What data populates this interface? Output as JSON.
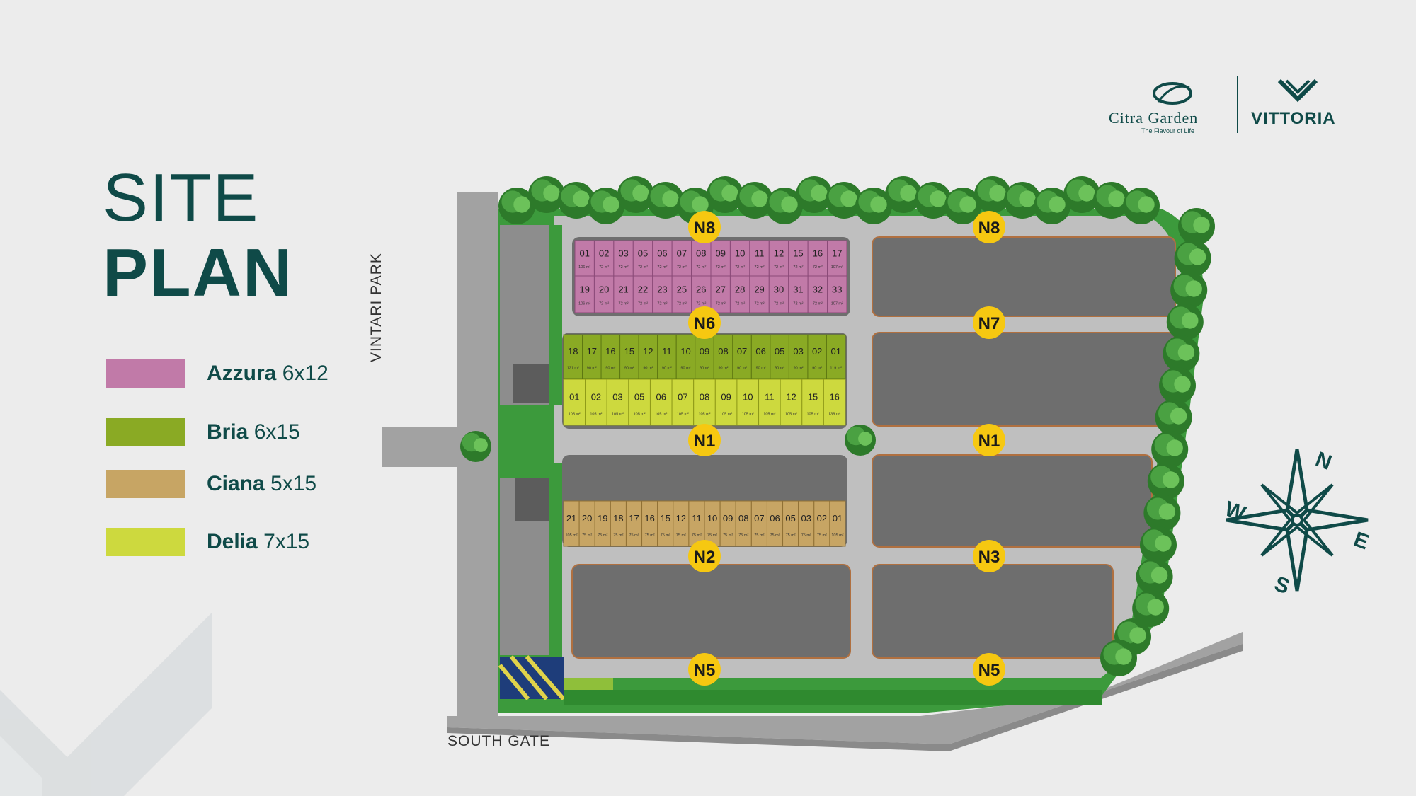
{
  "title": {
    "line1": "SITE",
    "line2": "PLAN"
  },
  "brand": {
    "citra_name": "Citra Garden",
    "citra_tagline": "The Flavour of Life",
    "vittoria_name": "VITTORIA"
  },
  "legend": [
    {
      "name": "Azzura",
      "size": "6x12",
      "color": "#c17aa8"
    },
    {
      "name": "Bria",
      "size": "6x15",
      "color": "#8aaa24"
    },
    {
      "name": "Ciana",
      "size": "5x15",
      "color": "#c7a564"
    },
    {
      "name": "Delia",
      "size": "7x15",
      "color": "#cdd93e"
    }
  ],
  "streets": {
    "west": "VINTARI PARK",
    "south": "SOUTH GATE"
  },
  "road_markers": [
    {
      "id": "n8-west",
      "label": "N8"
    },
    {
      "id": "n8-east",
      "label": "N8"
    },
    {
      "id": "n6",
      "label": "N6"
    },
    {
      "id": "n7",
      "label": "N7"
    },
    {
      "id": "n1-west",
      "label": "N1"
    },
    {
      "id": "n1-east",
      "label": "N1"
    },
    {
      "id": "n2",
      "label": "N2"
    },
    {
      "id": "n3",
      "label": "N3"
    },
    {
      "id": "n5-west",
      "label": "N5"
    },
    {
      "id": "n5-east",
      "label": "N5"
    }
  ],
  "compass": {
    "n": "N",
    "e": "E",
    "s": "S",
    "w": "W"
  },
  "units": {
    "azzura_top": {
      "numbers": [
        "01",
        "02",
        "03",
        "05",
        "06",
        "07",
        "08",
        "09",
        "10",
        "11",
        "12",
        "15",
        "16",
        "17"
      ],
      "areas": [
        "106 m²",
        "72 m²",
        "72 m²",
        "72 m²",
        "72 m²",
        "72 m²",
        "72 m²",
        "72 m²",
        "72 m²",
        "72 m²",
        "72 m²",
        "72 m²",
        "72 m²",
        "107 m²"
      ]
    },
    "azzura_bottom": {
      "numbers": [
        "19",
        "20",
        "21",
        "22",
        "23",
        "25",
        "26",
        "27",
        "28",
        "29",
        "30",
        "31",
        "32",
        "33"
      ],
      "areas": [
        "106 m²",
        "72 m²",
        "72 m²",
        "72 m²",
        "72 m²",
        "72 m²",
        "72 m²",
        "72 m²",
        "72 m²",
        "72 m²",
        "72 m²",
        "72 m²",
        "72 m²",
        "107 m²"
      ]
    },
    "bria": {
      "numbers": [
        "18",
        "17",
        "16",
        "15",
        "12",
        "11",
        "10",
        "09",
        "08",
        "07",
        "06",
        "05",
        "03",
        "02",
        "01"
      ],
      "areas": [
        "121 m²",
        "90 m²",
        "90 m²",
        "90 m²",
        "90 m²",
        "90 m²",
        "90 m²",
        "90 m²",
        "90 m²",
        "90 m²",
        "90 m²",
        "90 m²",
        "90 m²",
        "90 m²",
        "119 m²"
      ]
    },
    "delia": {
      "numbers": [
        "01",
        "02",
        "03",
        "05",
        "06",
        "07",
        "08",
        "09",
        "10",
        "11",
        "12",
        "15",
        "16"
      ],
      "areas": [
        "105 m²",
        "105 m²",
        "105 m²",
        "105 m²",
        "105 m²",
        "105 m²",
        "105 m²",
        "105 m²",
        "105 m²",
        "105 m²",
        "105 m²",
        "105 m²",
        "138 m²"
      ]
    },
    "ciana": {
      "numbers": [
        "21",
        "20",
        "19",
        "18",
        "17",
        "16",
        "15",
        "12",
        "11",
        "10",
        "09",
        "08",
        "07",
        "06",
        "05",
        "03",
        "02",
        "01"
      ],
      "areas": [
        "105 m²",
        "75 m²",
        "75 m²",
        "75 m²",
        "75 m²",
        "75 m²",
        "75 m²",
        "75 m²",
        "75 m²",
        "75 m²",
        "75 m²",
        "75 m²",
        "75 m²",
        "75 m²",
        "75 m²",
        "75 m²",
        "75 m²",
        "105 m²"
      ]
    }
  }
}
